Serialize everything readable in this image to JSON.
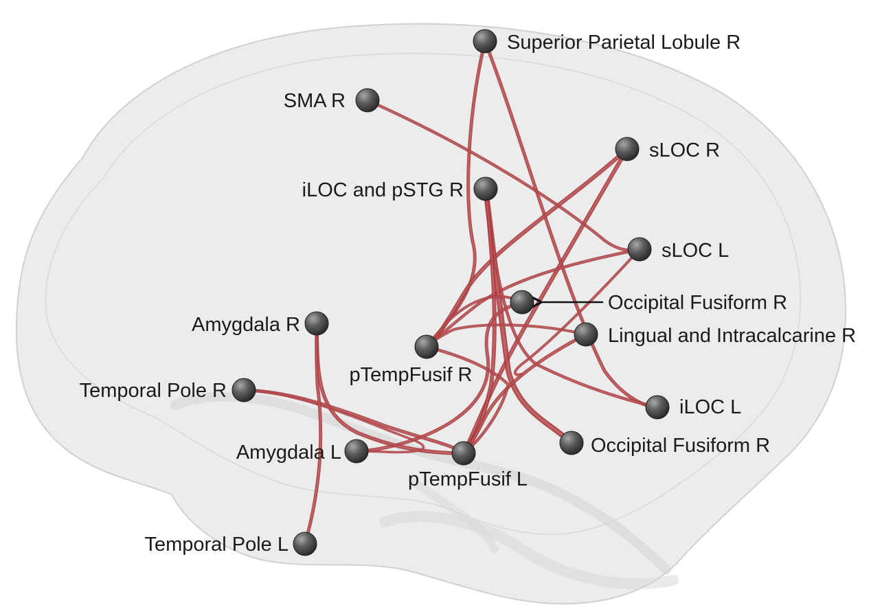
{
  "nodes": [
    {
      "id": "spl_r",
      "label": "Superior Parietal Lobule R"
    },
    {
      "id": "sma_r",
      "label": "SMA R"
    },
    {
      "id": "sloc_r",
      "label": "sLOC R"
    },
    {
      "id": "iloc_pstg_r",
      "label": "iLOC and pSTG R"
    },
    {
      "id": "sloc_l",
      "label": "sLOC L"
    },
    {
      "id": "occfus_r_upper",
      "label": "Occipital Fusiform R"
    },
    {
      "id": "lingual_r",
      "label": "Lingual and Intracalcarine R"
    },
    {
      "id": "amyg_r",
      "label": "Amygdala R"
    },
    {
      "id": "ptempfus_r",
      "label": "pTempFusif R"
    },
    {
      "id": "tpole_r",
      "label": "Temporal Pole R"
    },
    {
      "id": "iloc_l",
      "label": "iLOC L"
    },
    {
      "id": "occfus_r_lower",
      "label": "Occipital Fusiform R"
    },
    {
      "id": "amyg_l",
      "label": "Amygdala L"
    },
    {
      "id": "ptempfus_l",
      "label": "pTempFusif L"
    },
    {
      "id": "tpole_l",
      "label": "Temporal Pole L"
    }
  ],
  "colors": {
    "connection": "#a83a3e",
    "node_light": "#9a9a9a",
    "node_dark": "#2e2e2e",
    "brain": "#e3e3e3"
  }
}
